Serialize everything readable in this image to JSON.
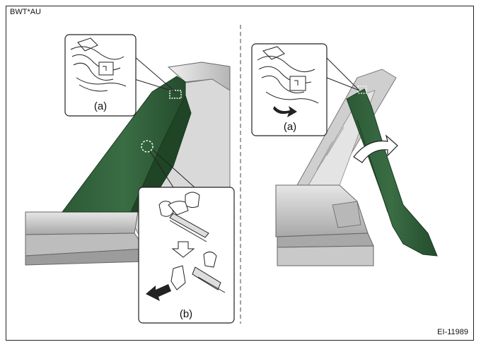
{
  "header": {
    "code": "BWT*AU"
  },
  "footer": {
    "illustration_id": "EI-11989"
  },
  "left_panel": {
    "callout_a": {
      "label": "(a)"
    },
    "callout_b": {
      "label": "(b)"
    }
  },
  "right_panel": {
    "callout_a": {
      "label": "(a)"
    }
  },
  "colors": {
    "trim": "#2f5e3a",
    "trim_dark": "#1d3f25",
    "frame": "#222222",
    "body_gray": "#cfcfcf"
  }
}
